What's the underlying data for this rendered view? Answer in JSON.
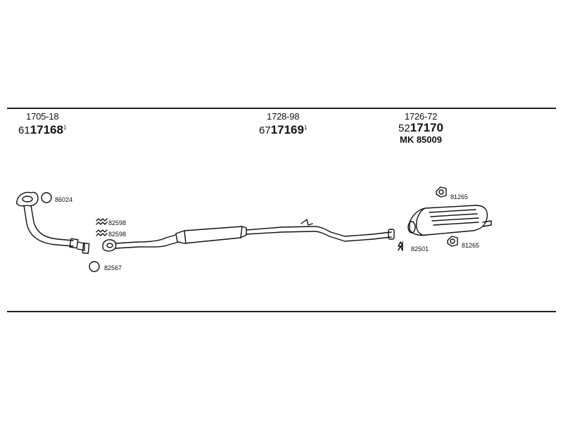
{
  "sections": [
    {
      "code": "1705-18",
      "prefix": "61",
      "number": "17168",
      "suffix": "1"
    },
    {
      "code": "1728-98",
      "prefix": "67",
      "number": "17169",
      "suffix": "1"
    },
    {
      "code": "1726-72",
      "prefix": "52",
      "number": "17170",
      "suffix": "",
      "kit": "MK 85009"
    }
  ],
  "callouts": {
    "gasket_front": "86024",
    "spring_top": "82598",
    "spring_bottom": "82598",
    "ring_front": "82567",
    "clamp_rear": "82501",
    "hanger_top": "81265",
    "hanger_bottom": "81265"
  }
}
